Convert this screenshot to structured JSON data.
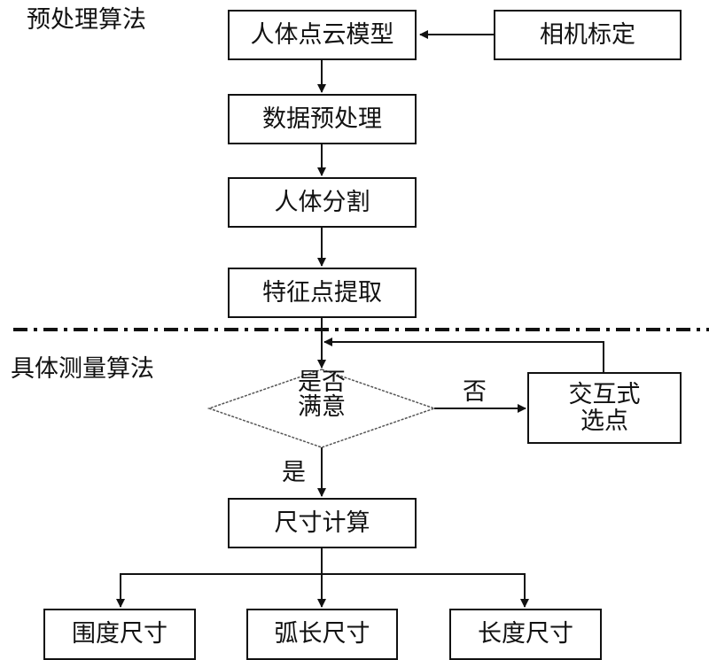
{
  "sections": {
    "preprocessing": "预处理算法",
    "measurement": "具体测量算法"
  },
  "nodes": {
    "point_cloud_model": "人体点云模型",
    "camera_calibration": "相机标定",
    "data_preprocessing": "数据预处理",
    "body_segmentation": "人体分割",
    "feature_extraction": "特征点提取",
    "decision_line1": "是否",
    "decision_line2": "满意",
    "interactive_line1": "交互式",
    "interactive_line2": "选点",
    "size_calculation": "尺寸计算",
    "girth_size": "围度尺寸",
    "arc_length_size": "弧长尺寸",
    "length_size": "长度尺寸"
  },
  "edge_labels": {
    "no": "否",
    "yes": "是"
  }
}
